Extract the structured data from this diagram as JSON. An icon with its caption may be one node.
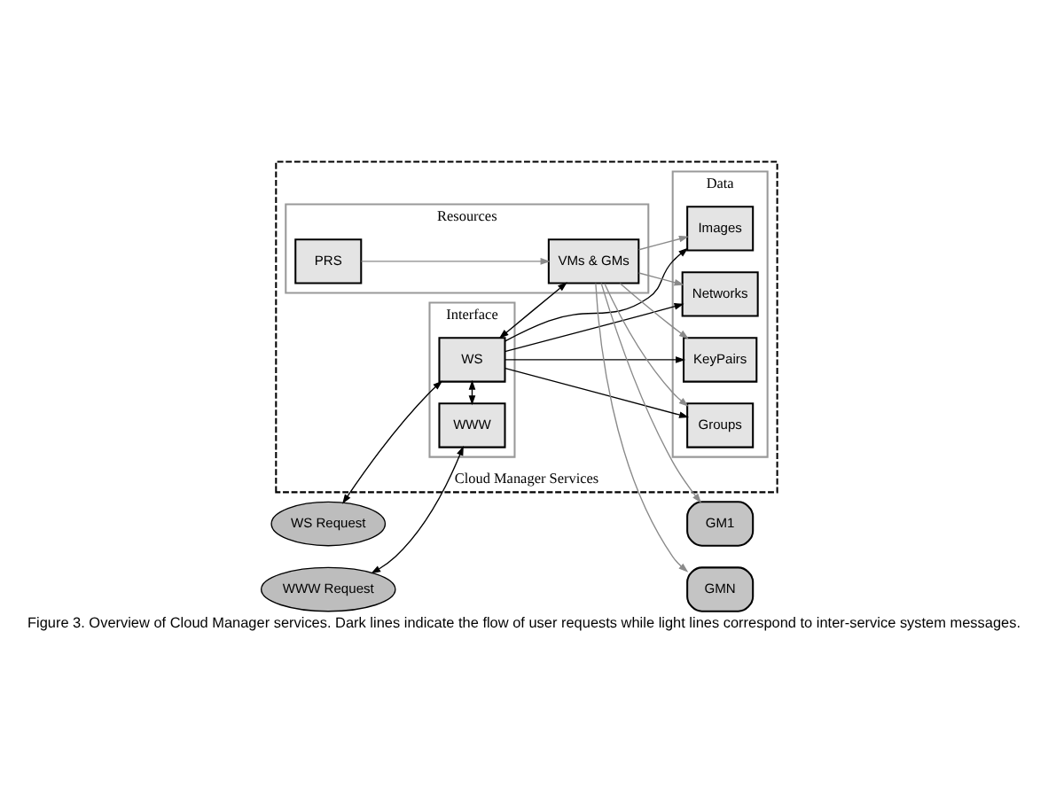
{
  "diagram": {
    "caption": "Figure 3. Overview of Cloud Manager services. Dark lines indicate the flow of user requests while light lines correspond to inter-service system messages.",
    "nodes": [
      {
        "text": [
          "Cloud Manager Services"
        ]
      },
      {
        "text": [
          "Interface"
        ],
        "in": 0
      },
      {
        "text": [
          "WS"
        ],
        "in": 1
      },
      {
        "text": [
          "WWW"
        ],
        "in": 1
      },
      {
        "text": [
          "Data"
        ],
        "in": 0
      },
      {
        "text": [
          "Groups"
        ],
        "in": 4
      },
      {
        "text": [
          "KeyPairs"
        ],
        "in": 4
      },
      {
        "text": [
          "Networks"
        ],
        "in": 4
      },
      {
        "text": [
          "Images"
        ],
        "in": 4
      },
      {
        "text": [
          "Resources"
        ],
        "in": 0
      },
      {
        "text": [
          "VMs & GMs"
        ],
        "in": 9
      },
      {
        "text": [
          "PRS"
        ],
        "in": 9
      },
      {
        "text": [
          "WS Request"
        ]
      },
      {
        "text": [
          "WWW Request"
        ]
      },
      {
        "text": [
          "GM1"
        ]
      },
      {
        "text": [
          "GMN"
        ]
      }
    ],
    "edges": [
      {
        "from": 12,
        "to": 2,
        "arrow": "both"
      },
      {
        "from": 13,
        "to": 3,
        "arrow": "both"
      },
      {
        "from": 2,
        "to": 10,
        "arrow": "both"
      },
      {
        "from": 2,
        "to": 3,
        "arrow": "both"
      },
      {
        "from": 2,
        "to": 5,
        "arrow": "to"
      },
      {
        "from": 2,
        "to": 6,
        "arrow": "to"
      },
      {
        "from": 2,
        "to": 7,
        "arrow": "to"
      },
      {
        "from": 2,
        "to": 8,
        "arrow": "to"
      },
      {
        "from": 10,
        "to": 5,
        "arrow": "to",
        "color": "#8a8a8a"
      },
      {
        "from": 10,
        "to": 6,
        "arrow": "to",
        "color": "#8a8a8a"
      },
      {
        "from": 10,
        "to": 7,
        "arrow": "to",
        "color": "#8a8a8a"
      },
      {
        "from": 10,
        "to": 8,
        "arrow": "to",
        "color": "#8a8a8a"
      },
      {
        "from": 11,
        "to": 10,
        "arrow": "to",
        "color": "#8a8a8a"
      },
      {
        "from": 10,
        "to": 14,
        "arrow": "to",
        "color": "#8a8a8a"
      },
      {
        "from": 10,
        "to": 15,
        "arrow": "to",
        "color": "#8a8a8a"
      }
    ]
  }
}
